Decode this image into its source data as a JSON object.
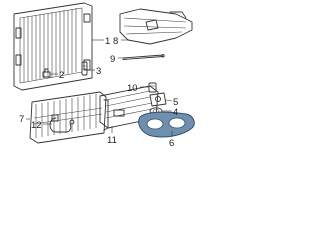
{
  "callouts": [
    {
      "id": "1",
      "text": "1"
    },
    {
      "id": "2",
      "text": "2"
    },
    {
      "id": "3",
      "text": "3"
    },
    {
      "id": "4",
      "text": "4"
    },
    {
      "id": "5",
      "text": "5"
    },
    {
      "id": "6",
      "text": "6"
    },
    {
      "id": "7",
      "text": "7"
    },
    {
      "id": "8",
      "text": "8"
    },
    {
      "id": "9",
      "text": "9"
    },
    {
      "id": "10",
      "text": "10"
    },
    {
      "id": "11",
      "text": "11"
    },
    {
      "id": "12",
      "text": "12"
    }
  ],
  "colors": {
    "line": "#333333",
    "highlight_fill": "#6f8fae",
    "highlight_stroke": "#2f4f70"
  }
}
